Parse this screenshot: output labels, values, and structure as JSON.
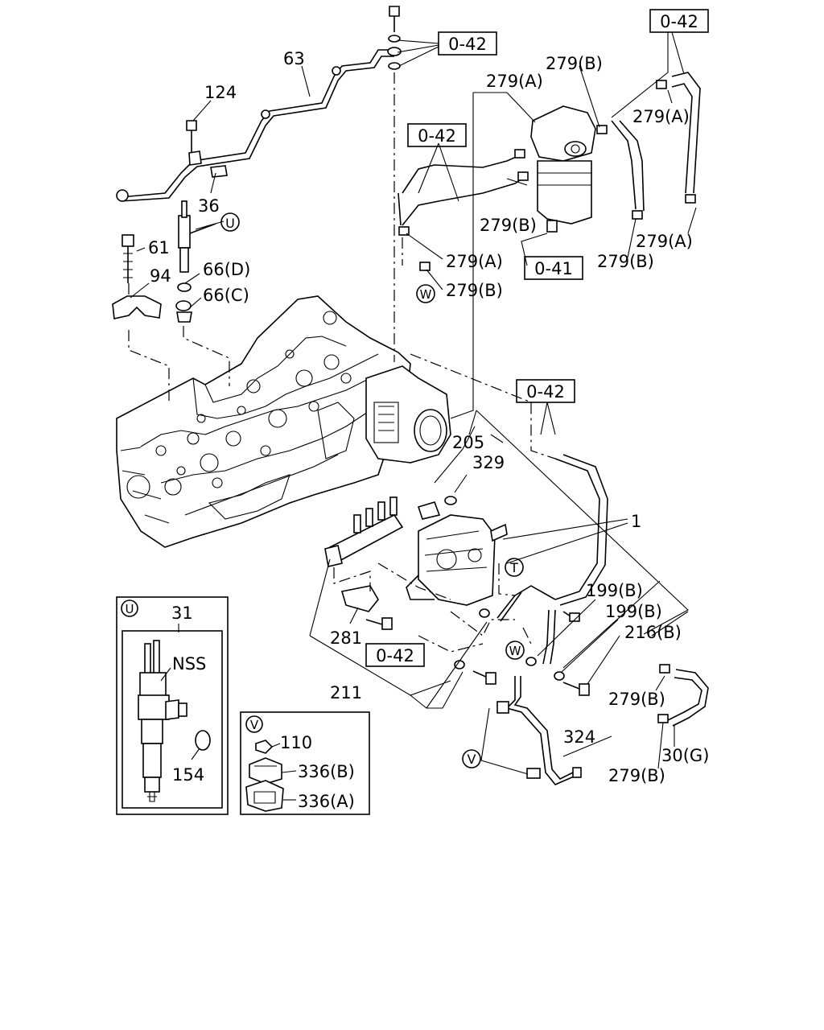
{
  "ref_boxes": [
    {
      "id": "top",
      "text": "0-42"
    },
    {
      "id": "top-right",
      "text": "0-42"
    },
    {
      "id": "left-filter",
      "text": "0-42"
    },
    {
      "id": "filter",
      "text": "0-41"
    },
    {
      "id": "mid",
      "text": "0-42"
    },
    {
      "id": "lower",
      "text": "0-42"
    }
  ],
  "callouts": {
    "c63": "63",
    "c124": "124",
    "c36": "36",
    "c61": "61",
    "c94": "94",
    "c66d": "66(D)",
    "c66c": "66(C)",
    "c279a_top": "279(A)",
    "c279b_top": "279(B)",
    "c279a_right": "279(A)",
    "c279b_filter": "279(B)",
    "c279a_lower": "279(A)",
    "c279a_left": "279(A)",
    "c279b_left": "279(B)",
    "c279b_filter2": "279(B)",
    "c205": "205",
    "c329": "329",
    "c1": "1",
    "c199b_1": "199(B)",
    "c199b_2": "199(B)",
    "c216b": "216(B)",
    "c279b_hose1": "279(B)",
    "c279b_hose2": "279(B)",
    "c30g": "30(G)",
    "c281": "281",
    "c211": "211",
    "c324": "324"
  },
  "circle_markers": {
    "u": "U",
    "w1": "W",
    "t": "T",
    "w2": "W",
    "v": "V"
  },
  "inset_u": {
    "marker": "U",
    "label_31": "31",
    "label_nss": "NSS",
    "label_154": "154"
  },
  "inset_v": {
    "marker": "V",
    "label_110": "110",
    "label_336b": "336(B)",
    "label_336a": "336(A)"
  }
}
